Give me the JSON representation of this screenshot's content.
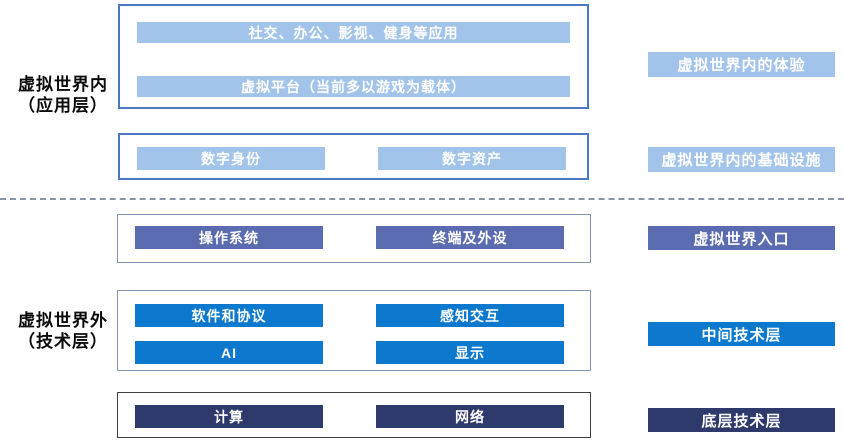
{
  "colors": {
    "light_blue": "#a3c4ea",
    "slate_blue": "#5b6bb0",
    "bright_blue": "#0c79ce",
    "navy_blue": "#2e3a6b",
    "box_border_blue": "#4b79c5",
    "box_border_slate": "#8496b0",
    "box_border_dark": "#404040",
    "dashed_divider": "#8a93a8",
    "text_on_bar": "#ffffff",
    "side_title_text": "#0a0a0a"
  },
  "left_titles": [
    {
      "line1": "虚拟世界内",
      "line2": "（应用层）"
    },
    {
      "line1": "虚拟世界外",
      "line2": "（技术层）"
    }
  ],
  "app_layer": {
    "experience_box": {
      "bars": [
        {
          "label": "社交、办公、影视、健身等应用"
        },
        {
          "label": "虚拟平台（当前多以游戏为载体）"
        }
      ]
    },
    "infrastructure_box": {
      "bars": [
        {
          "label": "数字身份"
        },
        {
          "label": "数字资产"
        }
      ]
    }
  },
  "tech_layer": {
    "entrance_box": {
      "bars": [
        {
          "label": "操作系统"
        },
        {
          "label": "终端及外设"
        }
      ]
    },
    "middle_box": {
      "bars": [
        {
          "label": "软件和协议"
        },
        {
          "label": "感知交互"
        },
        {
          "label": "AI"
        },
        {
          "label": "显示"
        }
      ]
    },
    "base_box": {
      "bars": [
        {
          "label": "计算"
        },
        {
          "label": "网络"
        }
      ]
    }
  },
  "right_labels": [
    {
      "label": "虚拟世界内的体验"
    },
    {
      "label": "虚拟世界内的基础设施"
    },
    {
      "label": "虚拟世界入口"
    },
    {
      "label": "中间技术层"
    },
    {
      "label": "底层技术层"
    }
  ]
}
